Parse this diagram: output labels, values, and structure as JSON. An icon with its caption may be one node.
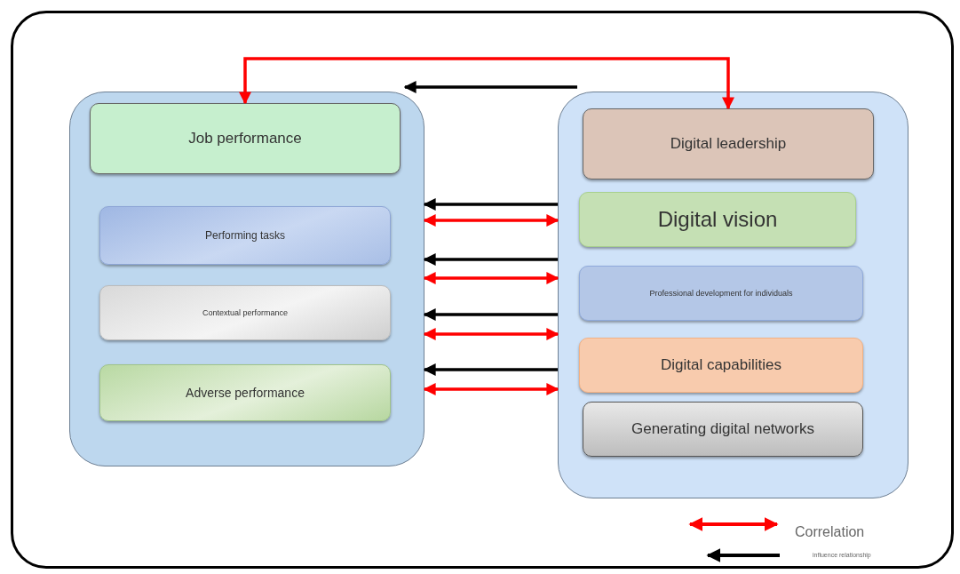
{
  "diagram": {
    "nodes": [
      {
        "text": [],
        "shape": "box"
      },
      {
        "text": [],
        "shape": "box",
        "in": 0
      },
      {
        "text": [
          "Job performance"
        ],
        "in": 1
      },
      {
        "text": [
          "Performing tasks"
        ],
        "in": 1
      },
      {
        "text": [
          "Contextual performance"
        ],
        "in": 1
      },
      {
        "text": [
          "Adverse performance"
        ],
        "in": 1
      },
      {
        "text": [],
        "shape": "box",
        "in": 0
      },
      {
        "text": [
          "Digital leadership"
        ],
        "in": 6
      },
      {
        "text": [
          "Digital vision"
        ],
        "in": 6
      },
      {
        "text": [
          "Professional development for individuals"
        ],
        "in": 6
      },
      {
        "text": [
          "Digital capabilities"
        ],
        "in": 6
      },
      {
        "text": [
          "Generating digital networks"
        ],
        "in": 6
      }
    ],
    "edges": [
      {
        "from": 6,
        "to": 1,
        "arrow": "to",
        "color": "#000000"
      },
      {
        "from": 2,
        "to": 7,
        "arrow": "both",
        "color": "#ff0000"
      },
      {
        "from": 6,
        "to": 1,
        "arrow": "to",
        "color": "#000000"
      },
      {
        "from": 1,
        "to": 6,
        "arrow": "both",
        "color": "#ff0000"
      },
      {
        "from": 6,
        "to": 1,
        "arrow": "to",
        "color": "#000000"
      },
      {
        "from": 1,
        "to": 6,
        "arrow": "both",
        "color": "#ff0000"
      },
      {
        "from": 6,
        "to": 1,
        "arrow": "to",
        "color": "#000000"
      },
      {
        "from": 1,
        "to": 6,
        "arrow": "both",
        "color": "#ff0000"
      },
      {
        "from": 6,
        "to": 1,
        "arrow": "to",
        "color": "#000000"
      },
      {
        "from": 1,
        "to": 6,
        "arrow": "both",
        "color": "#ff0000"
      }
    ],
    "legend": [
      {
        "text": "Correlation"
      },
      {
        "text": "influence relationship"
      }
    ]
  }
}
